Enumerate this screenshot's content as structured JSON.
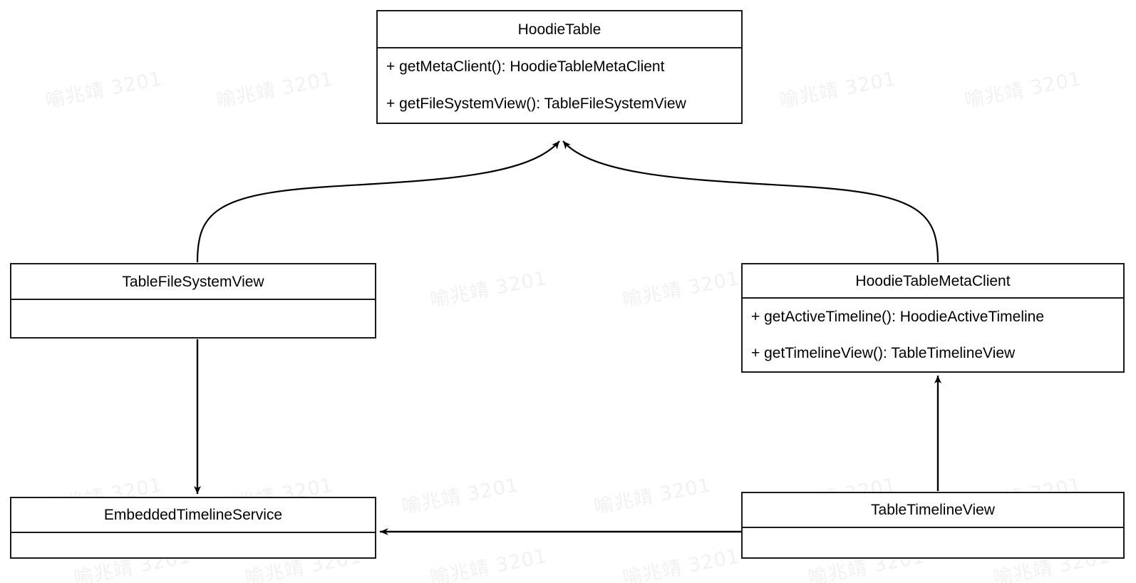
{
  "diagram": {
    "type": "uml-class-diagram",
    "background_color": "#ffffff",
    "line_color": "#1a1a1a",
    "text_color": "#000000",
    "watermark": {
      "text": "喻兆靖 3201",
      "color": "#f1f1f1",
      "rotation_degrees": -11,
      "repeat_count": 16
    },
    "classes": [
      {
        "id": "hoodie-table",
        "name": "HoodieTable",
        "members": [
          "+ getMetaClient(): HoodieTableMetaClient",
          "+ getFileSystemView(): TableFileSystemView"
        ]
      },
      {
        "id": "table-file-system-view",
        "name": "TableFileSystemView",
        "members": []
      },
      {
        "id": "hoodie-table-meta-client",
        "name": "HoodieTableMetaClient",
        "members": [
          "+ getActiveTimeline(): HoodieActiveTimeline",
          "+ getTimelineView(): TableTimelineView"
        ]
      },
      {
        "id": "embedded-timeline-service",
        "name": "EmbeddedTimelineService",
        "members": []
      },
      {
        "id": "table-timeline-view",
        "name": "TableTimelineView",
        "members": []
      }
    ],
    "relations": [
      {
        "id": "tablefilesystemview-to-hoodietable",
        "from": "TableFileSystemView",
        "to": "HoodieTable",
        "style": "curved",
        "arrowhead": "filled-triangle"
      },
      {
        "id": "hoodietablemetaclient-to-hoodietable",
        "from": "HoodieTableMetaClient",
        "to": "HoodieTable",
        "style": "curved",
        "arrowhead": "filled-triangle"
      },
      {
        "id": "tablefilesystemview-to-embeddedtimelineservice",
        "from": "TableFileSystemView",
        "to": "EmbeddedTimelineService",
        "style": "straight-vertical",
        "arrowhead": "filled-triangle"
      },
      {
        "id": "tabletimelineview-to-hoodietablemetaclient",
        "from": "TableTimelineView",
        "to": "HoodieTableMetaClient",
        "style": "straight-vertical",
        "arrowhead": "filled-triangle"
      },
      {
        "id": "tabletimelineview-to-embeddedtimelineservice",
        "from": "TableTimelineView",
        "to": "EmbeddedTimelineService",
        "style": "straight-horizontal",
        "arrowhead": "open-arrow"
      }
    ]
  }
}
